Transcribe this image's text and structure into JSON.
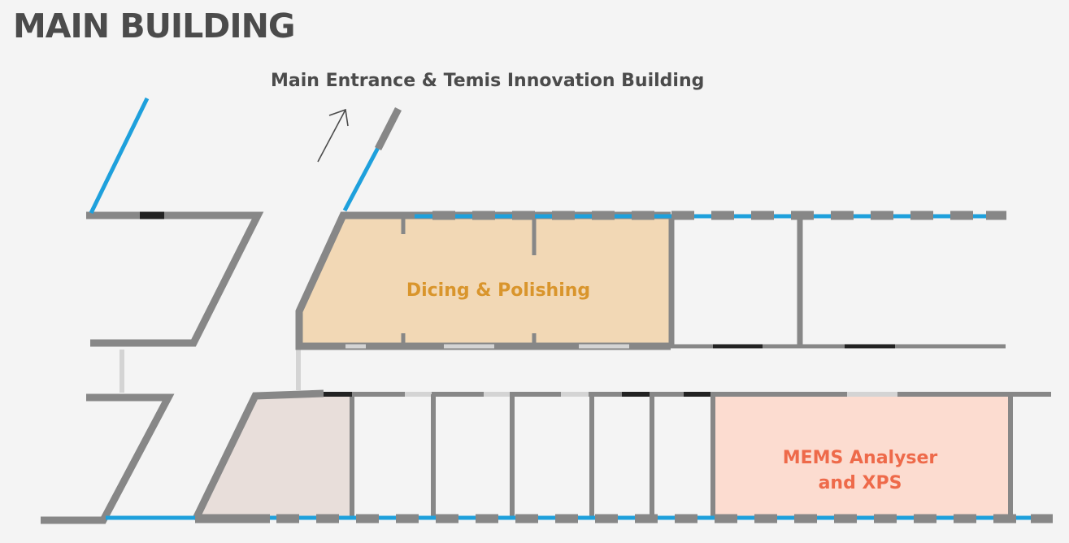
{
  "title": "MAIN BUILDING",
  "entrance_label": "Main Entrance & Temis Innovation Building",
  "rooms": {
    "dicing": {
      "label": "Dicing & Polishing"
    },
    "mems": {
      "line1": "MEMS Analyser",
      "line2": "and XPS"
    }
  },
  "colors": {
    "background": "#f4f4f4",
    "wall": "#878787",
    "window": "#1ea0dc",
    "door_dark": "#222222",
    "door_light": "#d4d4d4",
    "title_text": "#4b4b4b",
    "dicing_fill": "#f2d8b5",
    "dicing_text": "#d9952c",
    "mems_fill": "#fcdcd0",
    "mems_text": "#ee6a4a",
    "lobby_fill": "#e8deda"
  }
}
